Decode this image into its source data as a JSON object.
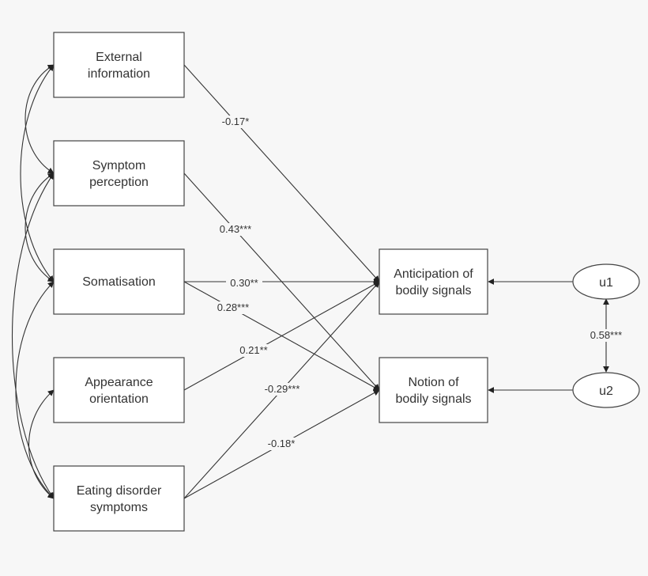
{
  "nodes": {
    "external": [
      "External",
      "information"
    ],
    "symptom": [
      "Symptom",
      "perception"
    ],
    "somatisation": [
      "Somatisation"
    ],
    "appearance": [
      "Appearance",
      "orientation"
    ],
    "eating": [
      "Eating disorder",
      "symptoms"
    ],
    "anticipation": [
      "Anticipation of",
      "bodily signals"
    ],
    "notion": [
      "Notion of",
      "bodily signals"
    ],
    "u1": [
      "u1"
    ],
    "u2": [
      "u2"
    ]
  },
  "paths": {
    "external_anticipation": "-0.17*",
    "symptom_notion": "0.43***",
    "somatisation_anticipation": "0.30**",
    "somatisation_notion": "0.28***",
    "appearance_anticipation": "0.21**",
    "eating_anticipation": "-0.29***",
    "eating_notion": "-0.18*",
    "u1_u2": "0.58***"
  }
}
